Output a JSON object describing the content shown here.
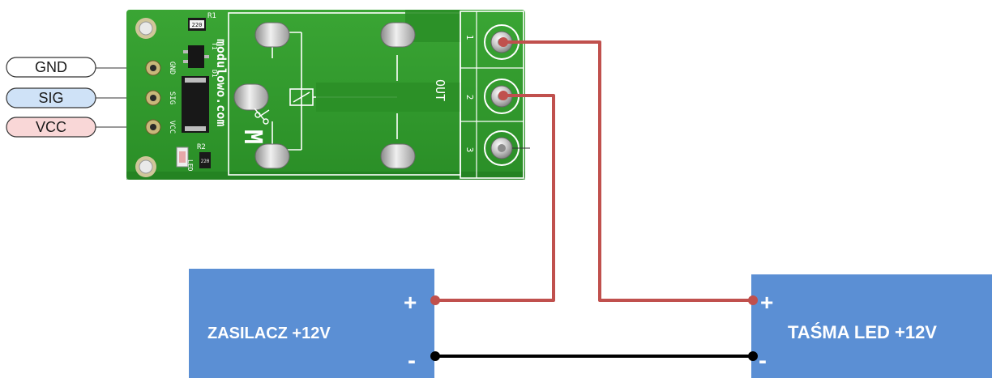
{
  "pins": [
    {
      "label": "GND",
      "fill": "#ffffff"
    },
    {
      "label": "SIG",
      "fill": "#cfe2f7"
    },
    {
      "label": "VCC",
      "fill": "#f9d7d7"
    }
  ],
  "board": {
    "brand": "modulowo.com",
    "pin_labels": [
      "GND",
      "SIG",
      "VCC"
    ],
    "led_label": "LED",
    "r1_label": "R1",
    "r1_value": "220",
    "r2_label": "R2",
    "r2_value": "220",
    "t1_label": "T1",
    "d1_label": "D1",
    "out_label": "OUT",
    "terminal_numbers": [
      "1",
      "2",
      "3"
    ],
    "logo_letter": "M"
  },
  "power_supply": {
    "label": "ZASILACZ +12V",
    "plus": "+",
    "minus": "-"
  },
  "led_strip": {
    "label": "TAŚMA LED +12V",
    "plus": "+",
    "minus": "-"
  },
  "colors": {
    "box": "#5b8fd4",
    "wire_red": "#c0504d",
    "wire_black": "#000000",
    "pcb": "#2e9a2a",
    "pcb_dark": "#1f7a1f"
  }
}
